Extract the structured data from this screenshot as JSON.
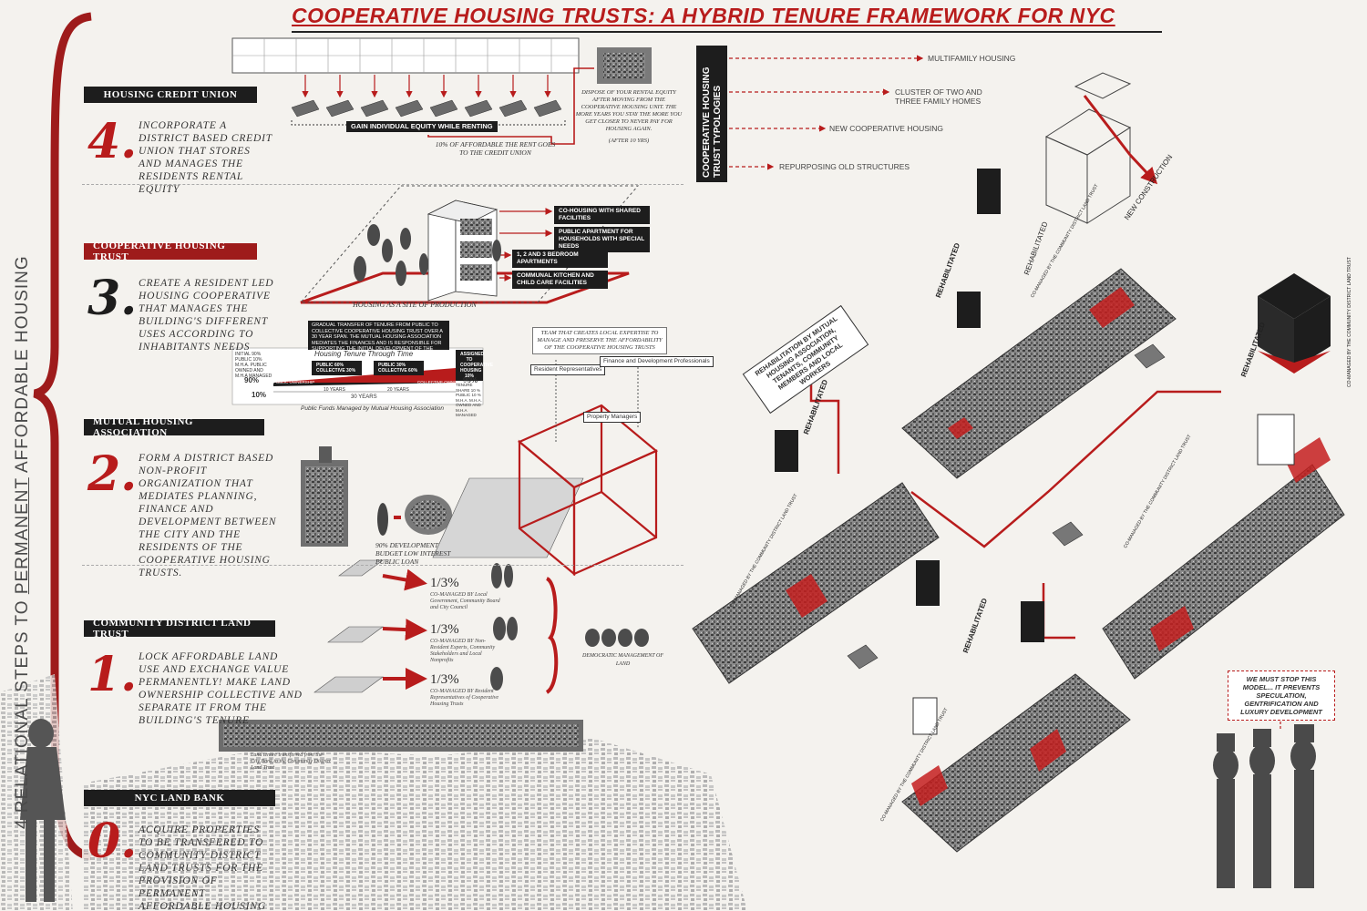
{
  "title": "COOPERATIVE HOUSING TRUSTS:  A HYBRID TENURE FRAMEWORK FOR NYC",
  "vertical_title": {
    "prefix": "4 RELATIONAL STEPS TO ",
    "underlined": "PERMANENT",
    "suffix": " AFFORDABLE HOUSING"
  },
  "steps": {
    "s4": {
      "label": "HOUSING CREDIT UNION",
      "number": "4.",
      "text": "INCORPORATE A DISTRICT BASED CREDIT UNION THAT STORES AND MANAGES THE RESIDENTS RENTAL EQUITY"
    },
    "s3": {
      "label": "COOPERATIVE HOUSING TRUST",
      "number": "3.",
      "text": "CREATE A RESIDENT LED HOUSING COOPERATIVE THAT MANAGES THE BUILDING'S DIFFERENT USES ACCORDING TO INHABITANTS NEEDS"
    },
    "s2": {
      "label": "MUTUAL HOUSING ASSOCIATION",
      "number": "2.",
      "text": "FORM A DISTRICT BASED NON-PROFIT ORGANIZATION THAT MEDIATES PLANNING, FINANCE AND DEVELOPMENT BETWEEN THE CITY AND THE RESIDENTS OF THE COOPERATIVE HOUSING TRUSTS."
    },
    "s1": {
      "label": "COMMUNITY DISTRICT LAND TRUST",
      "number": "1.",
      "text": "LOCK AFFORDABLE LAND USE AND EXCHANGE VALUE PERMANENTLY! MAKE LAND OWNERSHIP COLLECTIVE AND SEPARATE IT FROM THE BUILDING'S TENURE"
    },
    "s0": {
      "label": "NYC LAND BANK",
      "number": "0.",
      "text": "ACQUIRE PROPERTIES TO BE TRANSFERED TO COMMUNITY DISTRICT LAND TRUSTS FOR THE PROVISION OF PERMANENT AFFORDABLE HOUSING"
    }
  },
  "credit_union": {
    "gain_equity": "GAIN INDIVIDUAL EQUITY WHILE RENTING",
    "rent_note": "10% OF AFFORDABLE THE RENT GOES TO THE CREDIT UNION",
    "dispose_note": "DISPOSE OF YOUR RENTAL EQUITY AFTER MOVING FROM THE COOPERATIVE HOUSING UNIT. THE MORE YEARS YOU STAY THE MORE YOU GET CLOSER TO NEVER PAY FOR HOUSING AGAIN.",
    "dispose_years": "(AFTER 10 YRS)"
  },
  "coop_trust": {
    "uses": [
      "CO-HOUSING WITH SHARED FACILITIES",
      "PUBLIC APARTMENT FOR HOUSEHOLDS WITH SPECIAL NEEDS",
      "1, 2 AND 3 BEDROOM APARTMENTS",
      "COMMUNAL KITCHEN AND CHILD CARE FACILITIES"
    ],
    "caption": "HOUSING AS A SITE OF PRODUCTION"
  },
  "tenure_chart": {
    "title": "Housing Tenure Through Time",
    "note": "GRADUAL TRANSFER OF TENURE FROM PUBLIC TO COLLECTIVE COOPERATIVE HOUSING TRUST OVER A 30 YEAR SPAN. THE MUTUAL HOUSING ASSOCIATION MEDIATES THE FINANCES AND IS RESPONSIBLE FOR SUPPORTING THE INITIAL DEVELOPMENT OF THE COOPERATIVE HOUSING",
    "left_legend": "INITIAL 90% PUBLIC 10% M.H.A. PUBLIC OWNED AND M.H.A MANAGED",
    "box_a": "PUBLIC 60% COLLECTIVE 30%",
    "box_b": "PUBLIC 30% COLLECTIVE 60%",
    "right_box": "ASSIGNED TO COOPERATIVE HOUSING 10%",
    "right_legend": "TENURE SHARE 10 % PUBLIC 10 % M.H.A. M.H.A. OWNED AND M.H.A MANAGED",
    "pct_left_top": "90%",
    "pct_left_bottom": "10%",
    "pct_right": "90%",
    "bar_left": "PUBLIC OWNERSHIP",
    "bar_right": "COLLECTIVE OWNERSHIP",
    "years_10": "10 YEARS",
    "years_20": "20 YEARS",
    "years_30": "30 YEARS",
    "footer": "Public Funds Managed by Mutual Housing Association"
  },
  "mha": {
    "team_note": "TEAM THAT CREATES LOCAL EXPERTISE TO MANAGE AND PRESERVE THE AFFORDABILITY OF THE COOPERATIVE HOUSING TRUSTS",
    "roles": [
      "Resident Representatives",
      "Finance and Development Professionals",
      "Property Managers"
    ],
    "loan_note": "90% DEVELOPMENT BUDGET LOW INTEREST PUBLIC LOAN"
  },
  "land_trust": {
    "shares": [
      {
        "fraction": "1/3%",
        "text": "CO-MANAGED BY Local Government, Community Board and City Council"
      },
      {
        "fraction": "1/3%",
        "text": "CO-MANAGED BY Non-Resident Experts, Community Stakeholders and Local Nonprofits"
      },
      {
        "fraction": "1/3%",
        "text": "CO-MANAGED BY Resident Representatives of Cooperative Housing Trusts"
      }
    ],
    "democratic": "DEMOCRATIC MANAGEMENT OF LAND",
    "transfer_note": "Land tenure transferred from the City Bank to the Community District Land Trust"
  },
  "typologies": {
    "heading": "COOPERATIVE HOUSING TRUST TYPOLOGIES",
    "items": [
      "MULTIFAMILY HOUSING",
      "CLUSTER OF TWO AND THREE FAMILY HOMES",
      "NEW COOPERATIVE HOUSING",
      "REPURPOSING OLD STRUCTURES"
    ],
    "new_construction": "NEW CONSTRUCTION"
  },
  "map": {
    "rehab_box": "REHABILITATION BY MUTUAL HOUSING ASSOCIATION, TENANTS, COMMUNITY MEMBERS AND LOCAL WORKERS",
    "rehabilitated": "REHABILITATED",
    "co_managed": "CO-MANAGED BY THE COMMUNITY DISTRICT LAND TRUST",
    "quote": "WE MUST STOP THIS MODEL... IT PREVENTS SPECULATION, GENTRIFICATION AND LUXURY DEVELOPMENT"
  },
  "colors": {
    "accent": "#b81c1c",
    "dark": "#1d1d1d",
    "paper": "#f4f2ee"
  }
}
